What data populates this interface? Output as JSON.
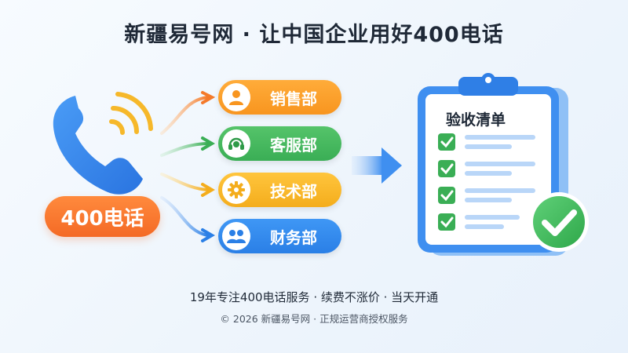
{
  "header": {
    "title": "新疆易号网 · 让中国企业用好400电话"
  },
  "phone": {
    "badge_label": "400电话"
  },
  "departments": [
    {
      "label": "销售部",
      "icon": "person-icon",
      "color": "#f8951f"
    },
    {
      "label": "客服部",
      "icon": "headset-icon",
      "color": "#3aae55"
    },
    {
      "label": "技术部",
      "icon": "gear-icon",
      "color": "#f4ad1c"
    },
    {
      "label": "财务部",
      "icon": "group-icon",
      "color": "#2a7fe6"
    }
  ],
  "checklist": {
    "title": "验收清单",
    "items": 4
  },
  "footer": {
    "tagline": "19年专注400电话服务 · 续费不涨价 · 当天开通",
    "copyright": "© 2026 新疆易号网 · 正规运营商授权服务"
  },
  "colors": {
    "brand_blue": "#2f7fe6",
    "accent_orange": "#f46a25",
    "success_green": "#3aae55"
  }
}
